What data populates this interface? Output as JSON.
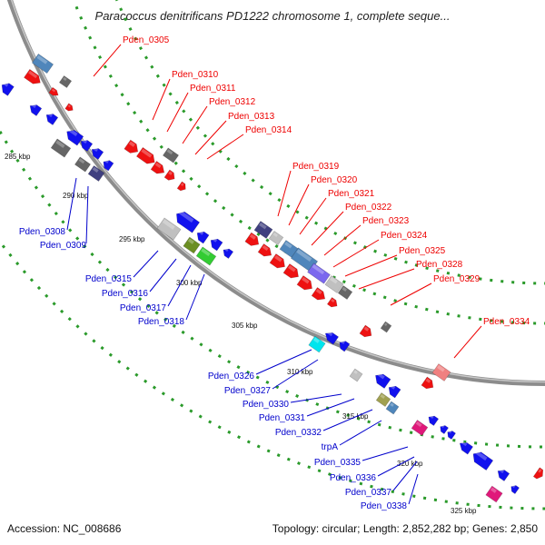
{
  "title": "Paracoccus denitrificans PD1222 chromosome 1, complete seque...",
  "footer": {
    "accession": "Accession: NC_008686",
    "summary": "Topology: circular; Length: 2,852,282 bp; Genes: 2,850"
  },
  "colors": {
    "forward_gene": "#ee1111",
    "reverse_gene": "#1111ee",
    "backbone": "#8c8c8c",
    "tick_dots": "#2a9a2a",
    "red_label": "#ee0000",
    "blue_label": "#0000cc"
  },
  "scale_marks": [
    "285 kbp",
    "290 kbp",
    "295 kbp",
    "300 kbp",
    "305 kbp",
    "310 kbp",
    "315 kbp",
    "320 kbp",
    "325 kbp"
  ],
  "forward_labels": [
    "Pden_0305",
    "Pden_0310",
    "Pden_0311",
    "Pden_0312",
    "Pden_0313",
    "Pden_0314",
    "Pden_0319",
    "Pden_0320",
    "Pden_0321",
    "Pden_0322",
    "Pden_0323",
    "Pden_0324",
    "Pden_0325",
    "Pden_0328",
    "Pden_0329",
    "Pden_0334"
  ],
  "reverse_labels": [
    "Pden_0308",
    "Pden_0309",
    "Pden_0315",
    "Pden_0316",
    "Pden_0317",
    "Pden_0318",
    "Pden_0326",
    "Pden_0327",
    "Pden_0330",
    "Pden_0331",
    "Pden_0332",
    "trpA",
    "Pden_0335",
    "Pden_0336",
    "Pden_0337",
    "Pden_0338"
  ]
}
